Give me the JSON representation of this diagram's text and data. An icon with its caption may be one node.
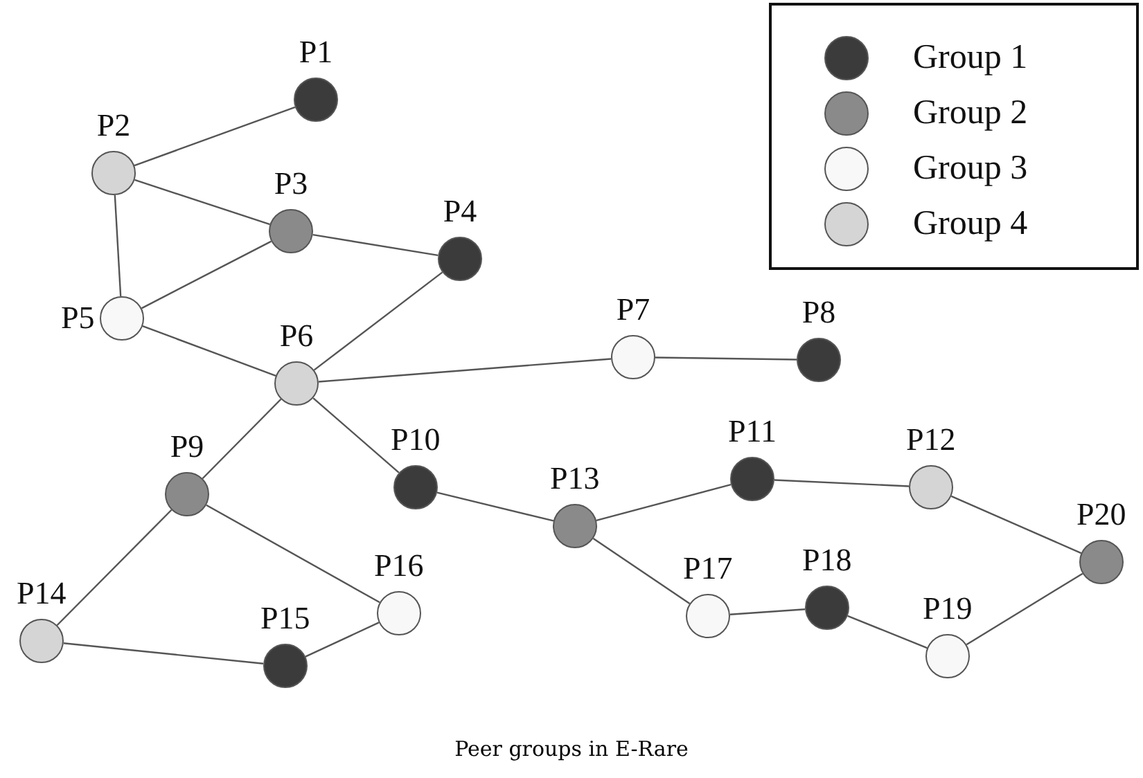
{
  "diagram": {
    "caption": "Peer groups in E-Rare",
    "nodes": [
      {
        "text": [
          "P1"
        ]
      },
      {
        "text": [
          "P2"
        ]
      },
      {
        "text": [
          "P3"
        ]
      },
      {
        "text": [
          "P4"
        ]
      },
      {
        "text": [
          "P5"
        ]
      },
      {
        "text": [
          "P6"
        ]
      },
      {
        "text": [
          "P7"
        ]
      },
      {
        "text": [
          "P8"
        ]
      },
      {
        "text": [
          "P9"
        ]
      },
      {
        "text": [
          "P10"
        ]
      },
      {
        "text": [
          "P11"
        ]
      },
      {
        "text": [
          "P12"
        ]
      },
      {
        "text": [
          "P13"
        ]
      },
      {
        "text": [
          "P14"
        ]
      },
      {
        "text": [
          "P15"
        ]
      },
      {
        "text": [
          "P16"
        ]
      },
      {
        "text": [
          "P17"
        ]
      },
      {
        "text": [
          "P18"
        ]
      },
      {
        "text": [
          "P19"
        ]
      },
      {
        "text": [
          "P20"
        ]
      }
    ],
    "edges": [
      {
        "from": 1,
        "to": 0,
        "arrow": "none"
      },
      {
        "from": 1,
        "to": 2,
        "arrow": "none"
      },
      {
        "from": 1,
        "to": 4,
        "arrow": "none"
      },
      {
        "from": 2,
        "to": 3,
        "arrow": "none"
      },
      {
        "from": 4,
        "to": 2,
        "arrow": "none"
      },
      {
        "from": 4,
        "to": 5,
        "arrow": "none"
      },
      {
        "from": 5,
        "to": 3,
        "arrow": "none"
      },
      {
        "from": 5,
        "to": 6,
        "arrow": "none"
      },
      {
        "from": 6,
        "to": 7,
        "arrow": "none"
      },
      {
        "from": 5,
        "to": 8,
        "arrow": "none"
      },
      {
        "from": 5,
        "to": 9,
        "arrow": "none"
      },
      {
        "from": 8,
        "to": 13,
        "arrow": "none"
      },
      {
        "from": 8,
        "to": 15,
        "arrow": "none"
      },
      {
        "from": 13,
        "to": 14,
        "arrow": "none"
      },
      {
        "from": 14,
        "to": 15,
        "arrow": "none"
      },
      {
        "from": 9,
        "to": 12,
        "arrow": "none"
      },
      {
        "from": 12,
        "to": 10,
        "arrow": "none"
      },
      {
        "from": 10,
        "to": 11,
        "arrow": "none"
      },
      {
        "from": 11,
        "to": 19,
        "arrow": "none"
      },
      {
        "from": 12,
        "to": 16,
        "arrow": "none"
      },
      {
        "from": 16,
        "to": 17,
        "arrow": "none"
      },
      {
        "from": 17,
        "to": 18,
        "arrow": "none"
      },
      {
        "from": 18,
        "to": 19,
        "arrow": "none"
      }
    ],
    "legend": [
      {
        "text": "Group 1",
        "color": "#3b3b3b"
      },
      {
        "text": "Group 2",
        "color": "#8a8a8a"
      },
      {
        "text": "Group 3",
        "color": "#f8f8f8"
      },
      {
        "text": "Group 4",
        "color": "#d5d5d5"
      }
    ]
  }
}
